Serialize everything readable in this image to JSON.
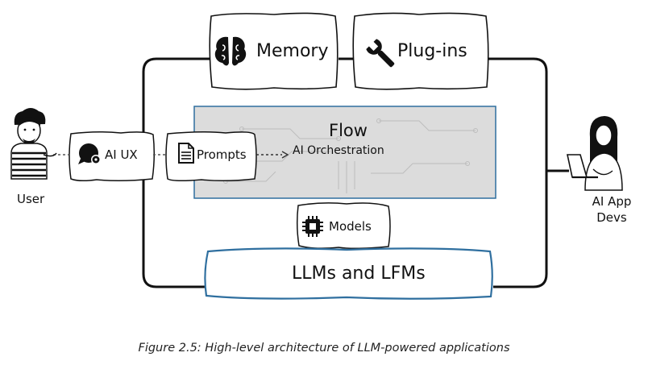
{
  "diagram": {
    "memory": {
      "label": "Memory",
      "icon": "brain-icon"
    },
    "plugins": {
      "label": "Plug-ins",
      "icon": "wrench-icon"
    },
    "flow": {
      "title": "Flow",
      "subtitle": "AI Orchestration"
    },
    "ai_ux": {
      "label": "AI UX",
      "icon": "chat-gear-icon"
    },
    "prompts": {
      "label": "Prompts",
      "icon": "document-icon"
    },
    "models": {
      "label": "Models",
      "icon": "chip-icon"
    },
    "llms": {
      "label": "LLMs and LFMs"
    },
    "user": {
      "label": "User"
    },
    "devs": {
      "label_line1": "AI App",
      "label_line2": "Devs"
    },
    "colors": {
      "accent_blue": "#2f6f9f",
      "flow_fill": "#dcdcdc",
      "line": "#111111"
    }
  },
  "caption": "Figure 2.5: High-level architecture of LLM-powered applications"
}
